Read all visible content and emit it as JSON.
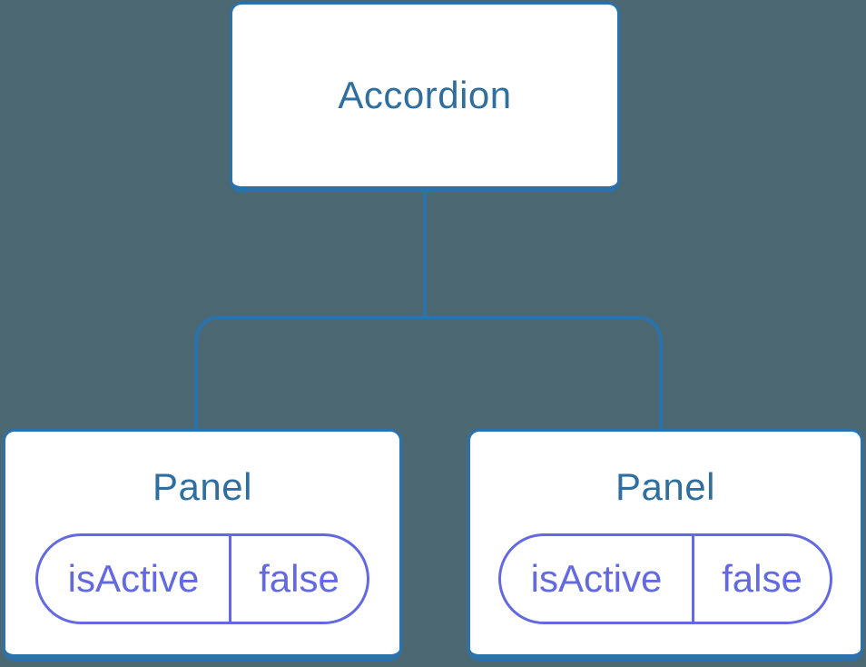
{
  "colors": {
    "bg": "#4c6973",
    "line": "#2b72ac",
    "node_text": "#2f6f9f",
    "purple": "#6369e2",
    "box_bg": "#ffffff"
  },
  "tree": {
    "root": {
      "label": "Accordion"
    },
    "children": [
      {
        "title": "Panel",
        "state": {
          "key": "isActive",
          "value": "false"
        }
      },
      {
        "title": "Panel",
        "state": {
          "key": "isActive",
          "value": "false"
        }
      }
    ]
  }
}
